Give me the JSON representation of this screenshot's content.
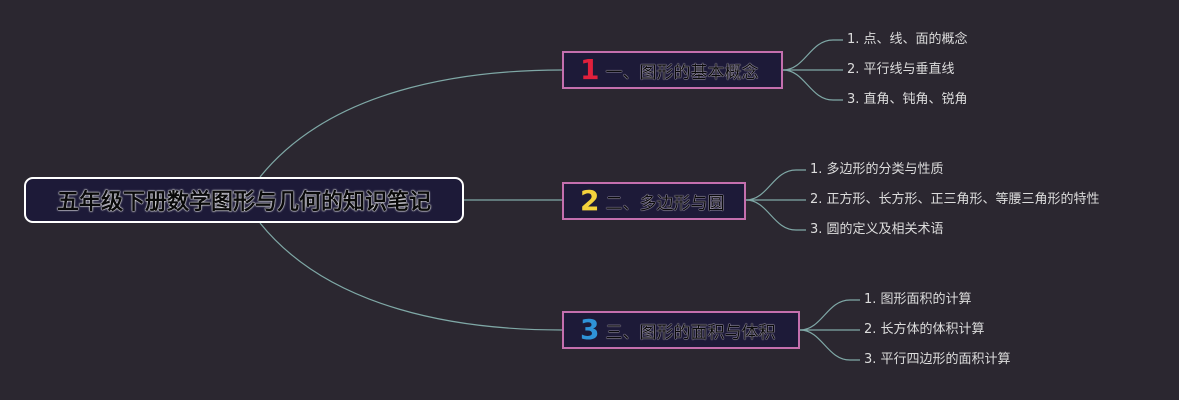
{
  "title": "五年级下册数学图形与几何的知识笔记",
  "colors": {
    "background": "#2b2730",
    "node_fill": "#1d1a38",
    "branch_border": "#c46fae",
    "link": "#7fa8a6"
  },
  "branches": [
    {
      "number": "1",
      "number_color": "#e0203c",
      "label": "一、图形的基本概念",
      "children": [
        "1. 点、线、面的概念",
        "2. 平行线与垂直线",
        "3. 直角、钝角、锐角"
      ]
    },
    {
      "number": "2",
      "number_color": "#f4d23c",
      "label": "二、多边形与圆",
      "children": [
        "1. 多边形的分类与性质",
        "2. 正方形、长方形、正三角形、等腰三角形的特性",
        "3. 圆的定义及相关术语"
      ]
    },
    {
      "number": "3",
      "number_color": "#2f93d8",
      "label": "三、图形的面积与体积",
      "children": [
        "1. 图形面积的计算",
        "2. 长方体的体积计算",
        "3. 平行四边形的面积计算"
      ]
    }
  ]
}
